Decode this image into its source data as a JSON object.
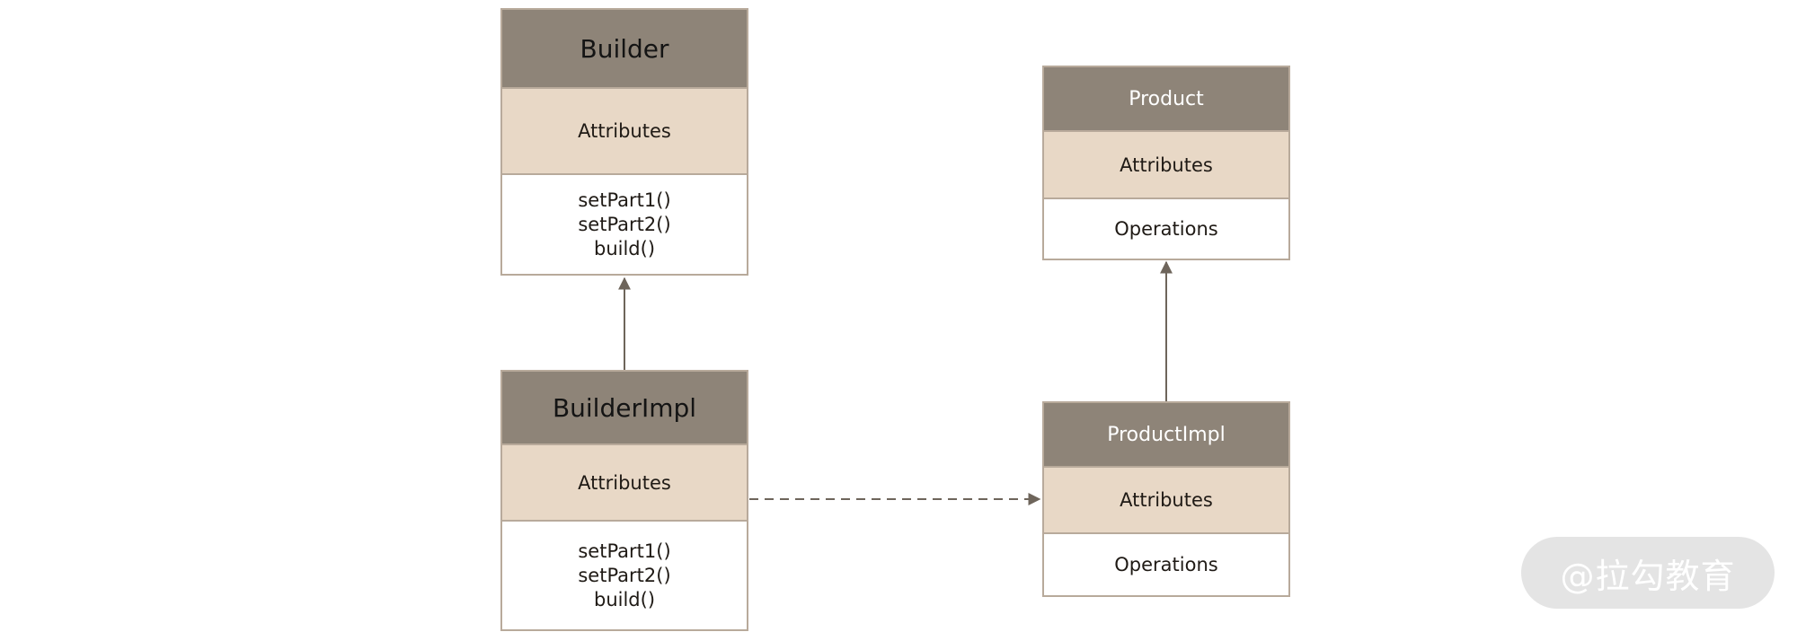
{
  "classes": {
    "builder": {
      "name": "Builder",
      "attributes": "Attributes",
      "operations": [
        "setPart1()",
        "setPart2()",
        "build()"
      ]
    },
    "builder_impl": {
      "name": "BuilderImpl",
      "attributes": "Attributes",
      "operations": [
        "setPart1()",
        "setPart2()",
        "build()"
      ]
    },
    "product": {
      "name": "Product",
      "attributes": "Attributes",
      "operations": "Operations"
    },
    "product_impl": {
      "name": "ProductImpl",
      "attributes": "Attributes",
      "operations": "Operations"
    }
  },
  "relationships": [
    {
      "from": "BuilderImpl",
      "to": "Builder",
      "type": "inheritance",
      "line": "solid"
    },
    {
      "from": "ProductImpl",
      "to": "Product",
      "type": "inheritance",
      "line": "solid"
    },
    {
      "from": "BuilderImpl",
      "to": "ProductImpl",
      "type": "dependency",
      "line": "dashed"
    }
  ],
  "watermark": "@拉勾教育",
  "colors": {
    "header": "#8e8478",
    "attributes": "#e8d8c6",
    "border": "#b8aa9b",
    "connector": "#6e655b"
  }
}
